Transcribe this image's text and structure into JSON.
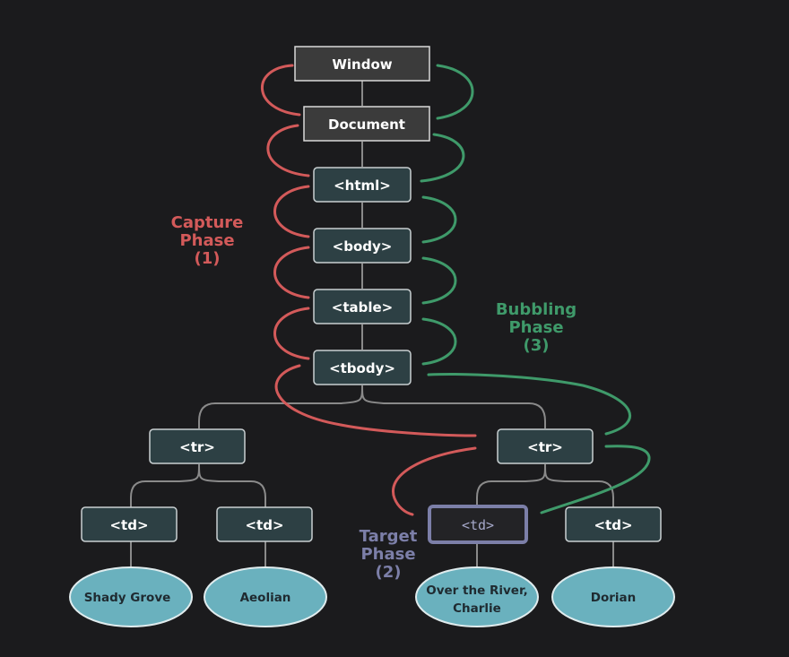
{
  "nodes": {
    "window": "Window",
    "document": "Document",
    "html": "<html>",
    "body": "<body>",
    "table": "<table>",
    "tbody": "<tbody>",
    "tr_left": "<tr>",
    "tr_right": "<tr>",
    "td_1": "<td>",
    "td_2": "<td>",
    "td_target": "<td>",
    "td_4": "<td>"
  },
  "leaves": {
    "leaf_1": "Shady Grove",
    "leaf_2": "Aeolian",
    "leaf_3_line1": "Over the River,",
    "leaf_3_line2": "Charlie",
    "leaf_4": "Dorian"
  },
  "phases": {
    "capture": {
      "line1": "Capture",
      "line2": "Phase",
      "line3": "(1)"
    },
    "bubbling": {
      "line1": "Bubbling",
      "line2": "Phase",
      "line3": "(3)"
    },
    "target": {
      "line1": "Target",
      "line2": "Phase",
      "line3": "(2)"
    }
  },
  "colors": {
    "background": "#1b1b1d",
    "capture": "#d35a5a",
    "bubbling": "#3f9a6a",
    "target": "#7c7fa8",
    "node_fill": "#2d4044",
    "leaf_fill": "#6ab1be"
  }
}
